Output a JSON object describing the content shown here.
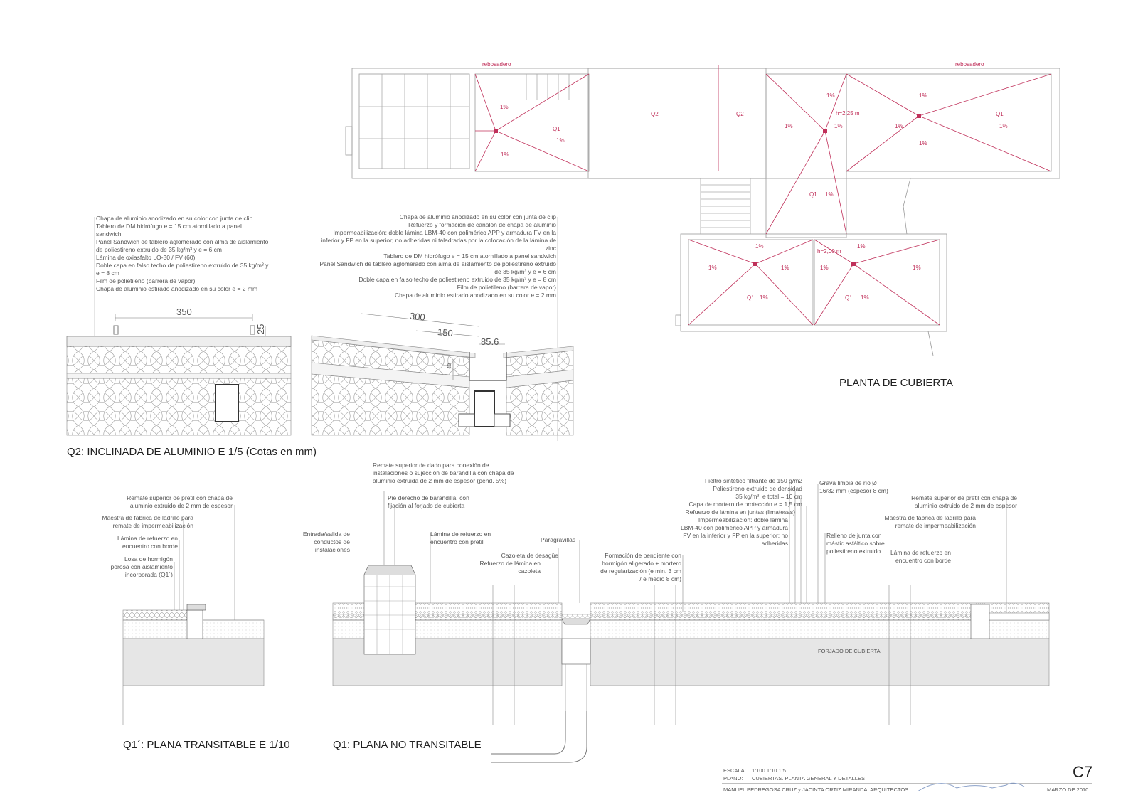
{
  "plan": {
    "title": "PLANTA DE CUBIERTA",
    "rebosadero": "rebosadero",
    "h1": "h=2,25 m",
    "h2": "h=2,00 m",
    "q1": "Q1",
    "q2": "Q2",
    "slope": "1%"
  },
  "q2": {
    "title": "Q2: INCLINADA DE ALUMINIO  E 1/5 (Cotas en mm)",
    "left_notes": [
      "Chapa de aluminio anodizado en su color con junta de clip",
      "Tablero de DM hidrófugo e = 15 cm atornillado a panel",
      "sandwich",
      "Panel Sandwich de tablero aglomerado con alma de aislamiento",
      "de poliestireno extruido de 35 kg/m³ y e = 6 cm",
      "Lámina de oxiasfalto LO-30 / FV (60)",
      "Doble capa en falso techo de poliestireno extruido de 35 kg/m³ y",
      "e = 8 cm",
      "Film de polietileno (barrera de vapor)",
      "Chapa de aluminio estirado anodizado en su color e = 2 mm"
    ],
    "right_notes": [
      "Chapa de aluminio anodizado en su color con junta de clip",
      "Refuerzo y formación de canalón de chapa de aluminio",
      "Impermeabilización: doble lámina LBM-40 con polimérico APP y armadura FV en la",
      "inferior y FP en la superior; no adheridas ni taladradas por la colocación de la lámina de",
      "zinc",
      "Tablero de DM hidrófugo e = 15 cm atornillado a panel sandwich",
      "Panel Sandwich de tablero aglomerado con alma de aislamiento de poliestireno extruido",
      "de 35 kg/m³ y e = 6 cm",
      "Doble capa en falso techo de poliestireno extruido de 35 kg/m³ y e = 8 cm",
      "Film de polietileno (barrera de vapor)",
      "Chapa de aluminio estirado anodizado en su color e = 2 mm"
    ],
    "dims": {
      "d350": "350",
      "d25": "25",
      "d300": "300",
      "d150": "150",
      "d856": "85.6",
      "d40": "40"
    }
  },
  "q1p": {
    "title": "Q1´: PLANA TRANSITABLE E 1/10",
    "notes": [
      "Remate superior de pretil con chapa  de",
      "aluminio extruido de 2 mm de espesor",
      "Maestra de fábrica de ladrillo para",
      "remate de impermeabilización",
      "Lámina de refuerzo en",
      "encuentro con borde",
      "Losa de hormigón",
      "porosa con aislamiento",
      "incorporada (Q1´)"
    ]
  },
  "q1": {
    "title": "Q1: PLANA NO TRANSITABLE",
    "forjado": "FORJADO DE CUBIERTA",
    "notes_a": [
      "Remate superior de dado para conexión de",
      "instalaciones o sujección de barandilla con chapa  de",
      "aluminio extruida de 2 mm de espesor  (pend. 5%)"
    ],
    "notes_b": [
      "Pie derecho de barandilla, con",
      "fijación al forjado de cubierta"
    ],
    "notes_c": [
      "Entrada/salida de",
      "conductos de",
      "instalaciones"
    ],
    "notes_d": [
      "Lámina de refuerzo en",
      "encuentro con pretil"
    ],
    "notes_e": [
      "Paragravillas"
    ],
    "notes_f": [
      "Cazoleta de desagüe",
      "Refuerzo de lámina en",
      "cazoleta"
    ],
    "notes_g": [
      "Formación de pendiente con",
      "hormigón aligerado + mortero",
      "de regularización (e min. 3 cm",
      "/ e medio 8 cm)"
    ],
    "notes_h": [
      "Fieltro sintético filtrante de 150 g/m2",
      "Poliestireno extruido de densidad",
      "35 kg/m³, e total = 10 cm",
      "Capa de mortero de protección e = 1,5 cm",
      "Refuerzo de lámina en juntas (limatesas)",
      "Impermeabilización: doble lámina",
      "LBM-40 con polimérico APP y armadura",
      "FV en la inferior y FP en la superior; no",
      "adheridas"
    ],
    "notes_i": [
      "Grava limpia de río Ø",
      "16/32 mm (espesor 8 cm)"
    ],
    "notes_j": [
      "Relleno de junta con",
      "mástic asfáltico sobre",
      "poliestireno extruido"
    ],
    "notes_k": [
      "Remate superior de pretil con chapa  de",
      "aluminio extruido de 2 mm de espesor",
      "Maestra de fábrica de ladrillo para",
      "remate de impermeabilización"
    ],
    "notes_l": [
      "Lámina de refuerzo en",
      "encuentro con borde"
    ]
  },
  "footer": {
    "escala_label": "ESCALA:",
    "escala": "1:100 1:10 1:5",
    "plano_label": "PLANO:",
    "plano": "CUBIERTAS. PLANTA GENERAL Y DETALLES",
    "authors": "MANUEL PEDREGOSA CRUZ y JACINTA ORTIZ MIRANDA. ARQUITECTOS",
    "sheet": "C7",
    "date": "MARZO DE 2010"
  }
}
